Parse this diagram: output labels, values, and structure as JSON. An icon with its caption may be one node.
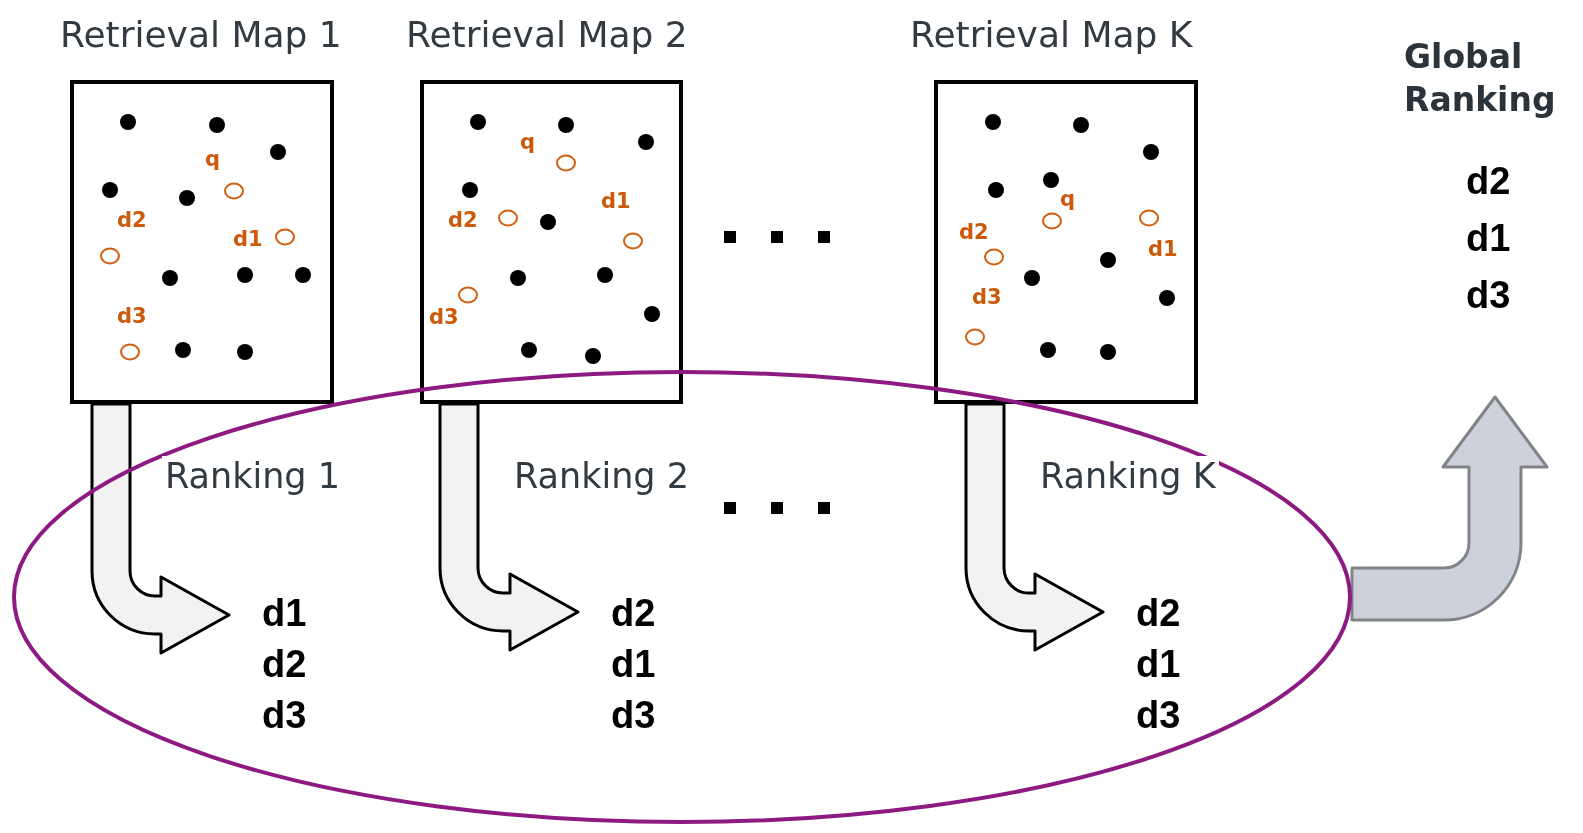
{
  "diagram": {
    "nodes": [
      {
        "text": [
          "Retrieval Map 1",
          "q",
          "d2",
          "d1",
          "d3"
        ]
      },
      {
        "text": [
          "Retrieval Map 2",
          "q",
          "d1",
          "d2",
          "d3"
        ]
      },
      {
        "text": [
          "Retrieval Map K",
          "q",
          "d2",
          "d1",
          "d3"
        ]
      },
      {
        "text": [],
        "shape": "ellipse"
      },
      {
        "text": [
          "d1",
          "d2",
          "d3"
        ],
        "in": 3
      },
      {
        "text": [
          "d2",
          "d1",
          "d3"
        ],
        "in": 3
      },
      {
        "text": [
          "d2",
          "d1",
          "d3"
        ],
        "in": 3
      },
      {
        "text": [
          "Global Ranking",
          "d2",
          "d1",
          "d3"
        ]
      }
    ],
    "edges": [
      {
        "from": 0,
        "to": 4,
        "arrow": "to",
        "label": "Ranking 1"
      },
      {
        "from": 1,
        "to": 5,
        "arrow": "to",
        "label": "Ranking 2"
      },
      {
        "from": 2,
        "to": 6,
        "arrow": "to",
        "label": "Ranking K"
      },
      {
        "from": 3,
        "to": 7,
        "arrow": "to",
        "color": "#cdd1d9"
      }
    ]
  }
}
